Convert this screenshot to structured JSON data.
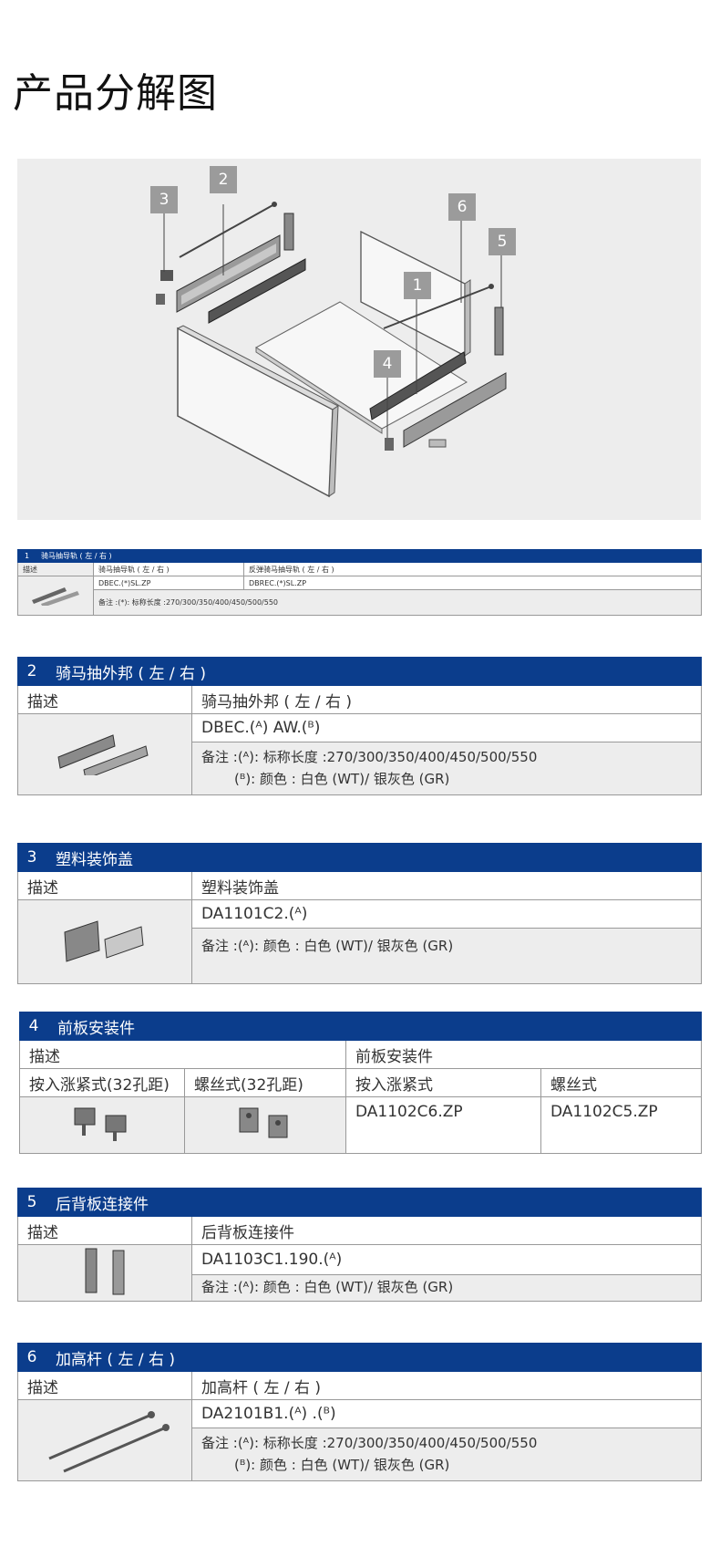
{
  "page_title": "产品分解图",
  "diagram": {
    "callouts": [
      "1",
      "2",
      "3",
      "4",
      "5",
      "6"
    ]
  },
  "sections": [
    {
      "num": "1",
      "title": "骑马抽导轨 ( 左 / 右 )",
      "desc_label": "描述",
      "columns": [
        "骑马抽导轨 ( 左 / 右 )",
        "反弹骑马抽导轨 ( 左 / 右 )"
      ],
      "codes": [
        "DBEC.(*)SL.ZP",
        "DBREC.(*)SL.ZP"
      ],
      "note": "备注 :(*): 标称长度 :270/300/350/400/450/500/550"
    },
    {
      "num": "2",
      "title": "骑马抽外邦 ( 左 / 右 )",
      "desc_label": "描述",
      "description": "骑马抽外邦 ( 左 / 右 )",
      "code": "DBEC.(ᴬ) AW.(ᴮ)",
      "note_lines": [
        "备注 :(ᴬ): 标称长度 :270/300/350/400/450/500/550",
        "(ᴮ): 颜色 : 白色 (WT)/ 银灰色 (GR)"
      ]
    },
    {
      "num": "3",
      "title": "塑料装饰盖",
      "desc_label": "描述",
      "description": "塑料装饰盖",
      "code": "DA1101C2.(ᴬ)",
      "note_lines": [
        "备注 :(ᴬ): 颜色 : 白色 (WT)/ 银灰色 (GR)"
      ]
    },
    {
      "num": "4",
      "title": "前板安装件",
      "desc_label": "描述",
      "description": "前板安装件",
      "sub_labels": [
        "按入涨紧式(32孔距)",
        "螺丝式(32孔距)",
        "按入涨紧式",
        "螺丝式"
      ],
      "codes": [
        "DA1102C6.ZP",
        "DA1102C5.ZP"
      ]
    },
    {
      "num": "5",
      "title": "后背板连接件",
      "desc_label": "描述",
      "description": "后背板连接件",
      "code": "DA1103C1.190.(ᴬ)",
      "note_lines": [
        "备注 :(ᴬ): 颜色 : 白色 (WT)/ 银灰色 (GR)"
      ]
    },
    {
      "num": "6",
      "title": "加高杆 ( 左 / 右 )",
      "desc_label": "描述",
      "description": "加高杆 ( 左 / 右 )",
      "code": "DA2101B1.(ᴬ) .(ᴮ)",
      "note_lines": [
        "备注 :(ᴬ): 标称长度 :270/300/350/400/450/500/550",
        "(ᴮ): 颜色 : 白色 (WT)/ 银灰色 (GR)"
      ]
    }
  ],
  "colors": {
    "header_blue": "#0b3d8c",
    "num_cell": "#7c92b8",
    "panel_gray": "#ededed",
    "callout_gray": "#9b9b9b"
  }
}
